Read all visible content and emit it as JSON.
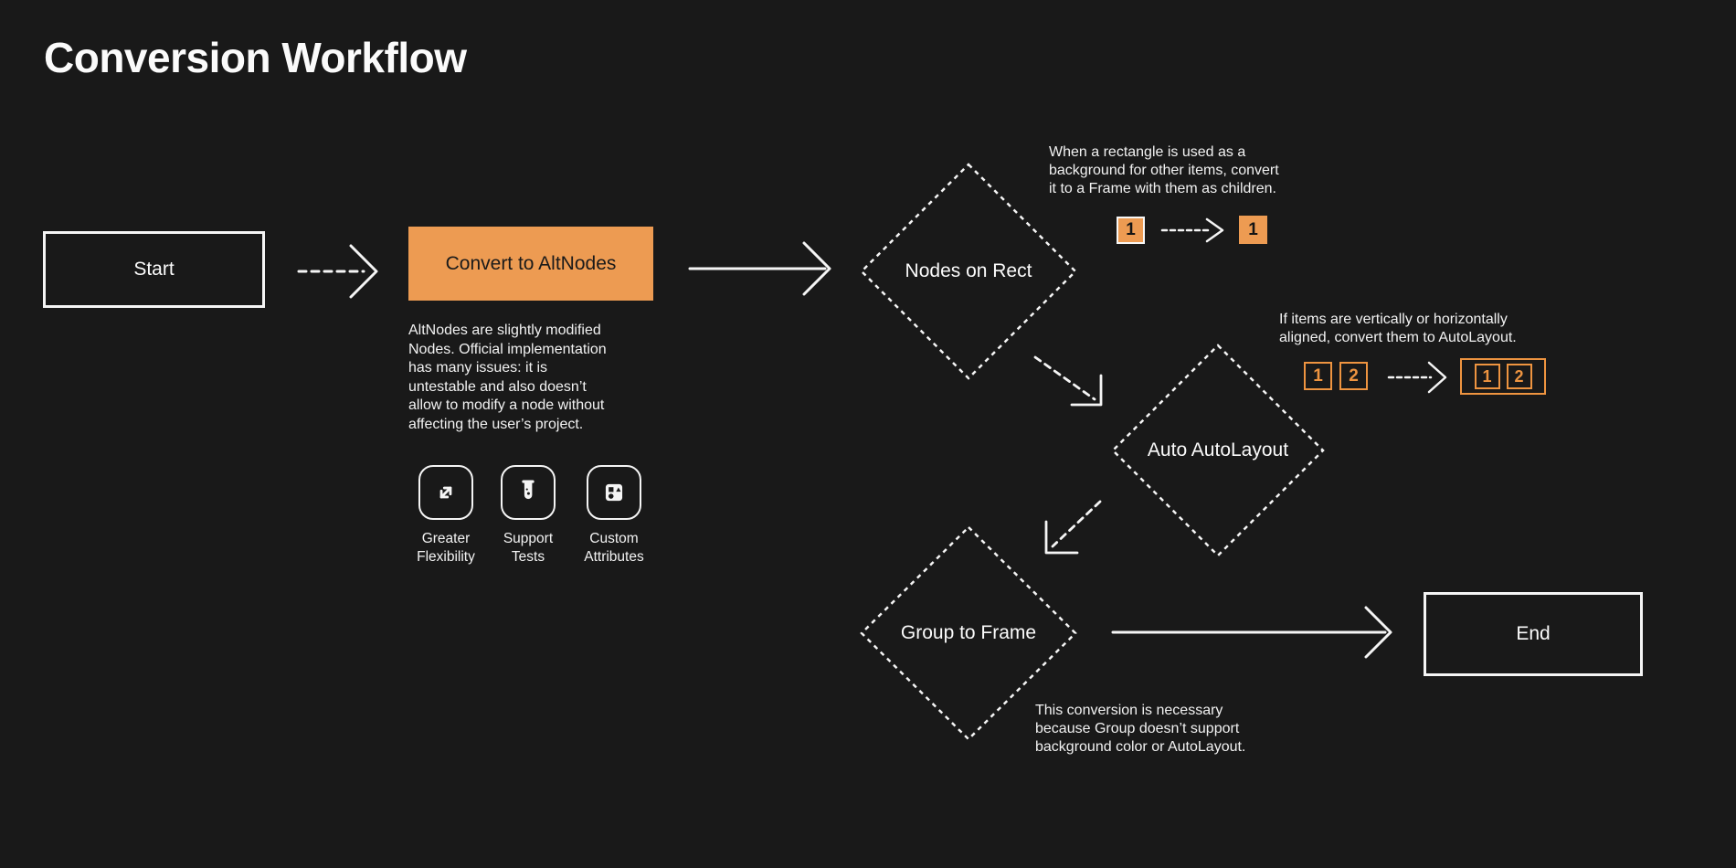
{
  "title": "Conversion Workflow",
  "colors": {
    "background": "#191919",
    "accent_orange": "#ED9B52",
    "outline_orange": "#EE9440",
    "line_white": "#F5F5F5",
    "text_white": "#F2F2F2",
    "text_dark": "#1A1A1A"
  },
  "flow": {
    "start_label": "Start",
    "convert_label": "Convert to AltNodes",
    "convert_description": "AltNodes are slightly modified\nNodes. Official implementation\nhas many issues: it is\nuntestable and also doesn’t\nallow to modify a node without\naffecting the user’s project.",
    "diamond_nodes_on_rect": "Nodes on Rect",
    "diamond_auto_autolayout": "Auto AutoLayout",
    "diamond_group_to_frame": "Group to Frame",
    "end_label": "End"
  },
  "features": [
    {
      "icon": "expand-arrows-icon",
      "label": "Greater\nFlexibility"
    },
    {
      "icon": "test-tube-icon",
      "label": "Support\nTests"
    },
    {
      "icon": "shapes-icon",
      "label": "Custom\nAttributes"
    }
  ],
  "annotations": {
    "rect_note": "When a rectangle is used as a\nbackground for other items, convert\nit to a Frame with them as children.",
    "autolayout_note": "If items are vertically or horizontally\naligned, convert them to AutoLayout.",
    "group_note": "This conversion is necessary\nbecause Group doesn’t support\nbackground color or AutoLayout."
  },
  "mini_rect_example": {
    "before": "1",
    "after": "1"
  },
  "mini_autolayout_example": {
    "before": [
      "1",
      "2"
    ],
    "after": [
      "1",
      "2"
    ]
  }
}
